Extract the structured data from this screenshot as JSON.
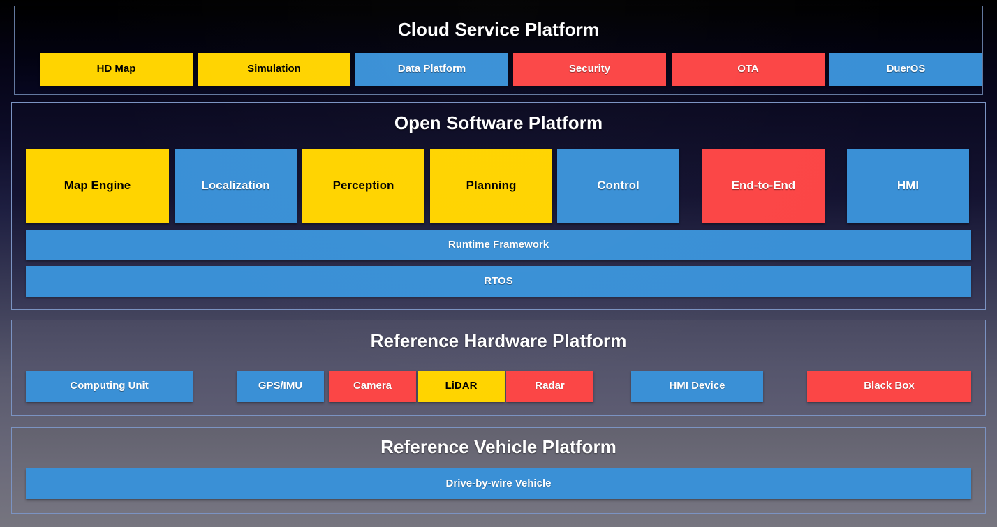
{
  "colors": {
    "blue": "#3a90d6",
    "red": "#fb4646",
    "yellow": "#ffd400",
    "panel_border": "#7b93c2",
    "title_text": "#ffffff"
  },
  "panels": [
    {
      "id": "cloud",
      "title": "Cloud Service Platform",
      "boxes": [
        {
          "label": "HD Map",
          "color": "yellow"
        },
        {
          "label": "Simulation",
          "color": "yellow"
        },
        {
          "label": "Data Platform",
          "color": "blue"
        },
        {
          "label": "Security",
          "color": "red"
        },
        {
          "label": "OTA",
          "color": "red"
        },
        {
          "label": "DuerOS",
          "color": "blue"
        }
      ]
    },
    {
      "id": "software",
      "title": "Open Software Platform",
      "boxes": [
        {
          "label": "Map Engine",
          "color": "yellow"
        },
        {
          "label": "Localization",
          "color": "blue"
        },
        {
          "label": "Perception",
          "color": "yellow"
        },
        {
          "label": "Planning",
          "color": "yellow"
        },
        {
          "label": "Control",
          "color": "blue"
        },
        {
          "label": "End-to-End",
          "color": "red"
        },
        {
          "label": "HMI",
          "color": "blue"
        }
      ],
      "bars": [
        {
          "label": "Runtime Framework",
          "color": "blue"
        },
        {
          "label": "RTOS",
          "color": "blue"
        }
      ]
    },
    {
      "id": "hardware",
      "title": "Reference Hardware Platform",
      "boxes": [
        {
          "label": "Computing Unit",
          "color": "blue"
        },
        {
          "label": "GPS/IMU",
          "color": "blue"
        },
        {
          "label": "Camera",
          "color": "red"
        },
        {
          "label": "LiDAR",
          "color": "yellow"
        },
        {
          "label": "Radar",
          "color": "red"
        },
        {
          "label": "HMI Device",
          "color": "blue"
        },
        {
          "label": "Black Box",
          "color": "red"
        }
      ]
    },
    {
      "id": "vehicle",
      "title": "Reference Vehicle Platform",
      "bars": [
        {
          "label": "Drive-by-wire Vehicle",
          "color": "blue"
        }
      ]
    }
  ]
}
